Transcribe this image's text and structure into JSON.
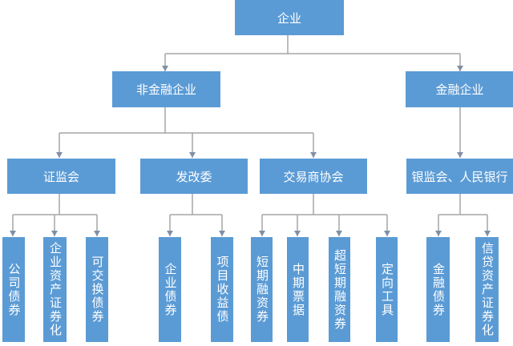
{
  "colors": {
    "box": "#5b9bd5",
    "line": "#a6a6a6",
    "text": "#ffffff"
  },
  "root": {
    "label": "企业"
  },
  "level1": [
    {
      "label": "非金融企业"
    },
    {
      "label": "金融企业"
    }
  ],
  "level2": [
    {
      "label": "证监会"
    },
    {
      "label": "发改委"
    },
    {
      "label": "交易商协会"
    },
    {
      "label": "银监会、人民银行"
    }
  ],
  "level3": [
    {
      "label": "公司债券"
    },
    {
      "label": "企业资产证券化"
    },
    {
      "label": "可交换债券"
    },
    {
      "label": "企业债券"
    },
    {
      "label": "项目收益债"
    },
    {
      "label": "短期融资券"
    },
    {
      "label": "中期票据"
    },
    {
      "label": "超短期融资券"
    },
    {
      "label": "定向工具"
    },
    {
      "label": "金融债券"
    },
    {
      "label": "信贷资产证券化"
    }
  ]
}
